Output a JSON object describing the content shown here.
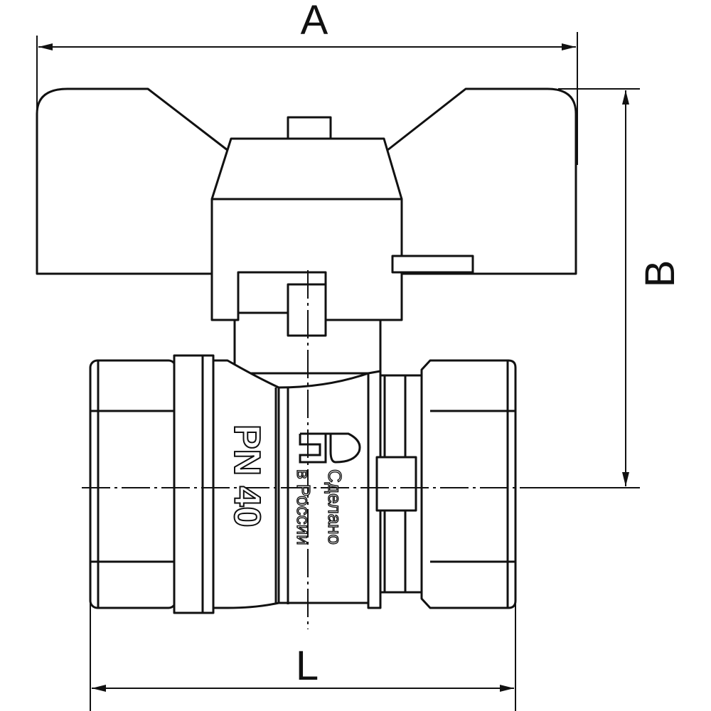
{
  "dimensions": {
    "width_label": "A",
    "height_label": "B",
    "length_label": "L"
  },
  "body_marking": {
    "pressure": "PN 40",
    "made_in_line1": "Сделано",
    "made_in_line2": "в России"
  },
  "colors": {
    "line": "#111111",
    "background": "#ffffff"
  }
}
